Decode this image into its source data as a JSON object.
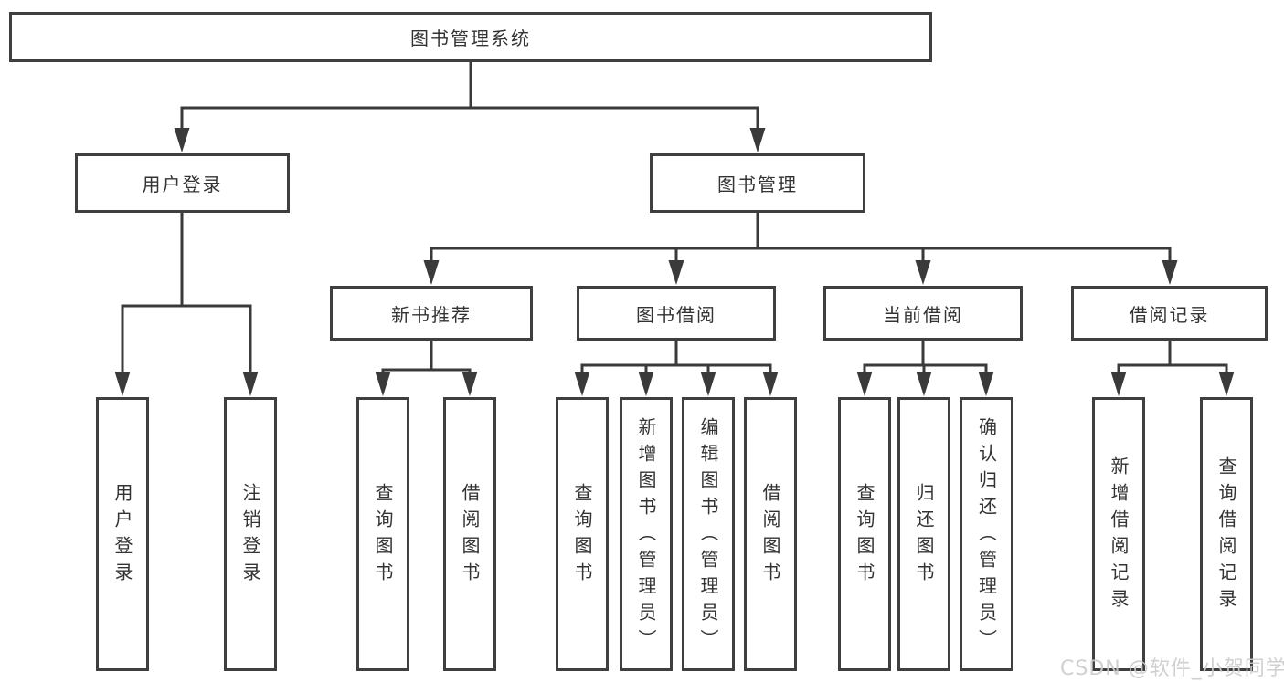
{
  "tree": {
    "root": "图书管理系统",
    "branches": [
      {
        "label": "用户登录",
        "children": [
          "用户登录",
          "注销登录"
        ]
      },
      {
        "label": "图书管理",
        "children": [
          {
            "label": "新书推荐",
            "children": [
              "查询图书",
              "借阅图书"
            ]
          },
          {
            "label": "图书借阅",
            "children": [
              "查询图书",
              "新增图书（管理员）",
              "编辑图书（管理员）",
              "借阅图书"
            ]
          },
          {
            "label": "当前借阅",
            "children": [
              "查询图书",
              "归还图书",
              "确认归还（管理员）"
            ]
          },
          {
            "label": "借阅记录",
            "children": [
              "新增借阅记录",
              "查询借阅记录"
            ]
          }
        ]
      }
    ]
  },
  "watermark": {
    "text": "CSDN @软件_小贺同学"
  },
  "colors": {
    "line": "#3a3a3a",
    "box_border": "#3f3f3f",
    "text": "#333333",
    "background": "#ffffff",
    "watermark": "#cdcdcd"
  }
}
